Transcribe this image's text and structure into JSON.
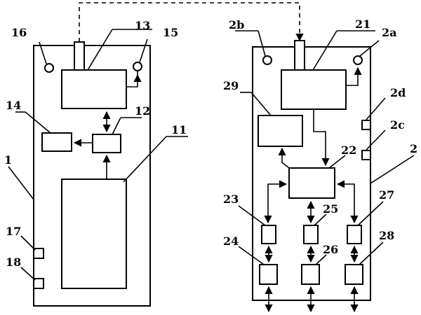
{
  "diagram": {
    "labels": {
      "l1": "1",
      "l11": "11",
      "l12": "12",
      "l13": "13",
      "l14": "14",
      "l15": "15",
      "l16": "16",
      "l17": "17",
      "l18": "18",
      "l2": "2",
      "l21": "21",
      "l22": "22",
      "l23": "23",
      "l24": "24",
      "l25": "25",
      "l26": "26",
      "l27": "27",
      "l28": "28",
      "l29": "29",
      "l2a": "2a",
      "l2b": "2b",
      "l2c": "2c",
      "l2d": "2d"
    }
  }
}
